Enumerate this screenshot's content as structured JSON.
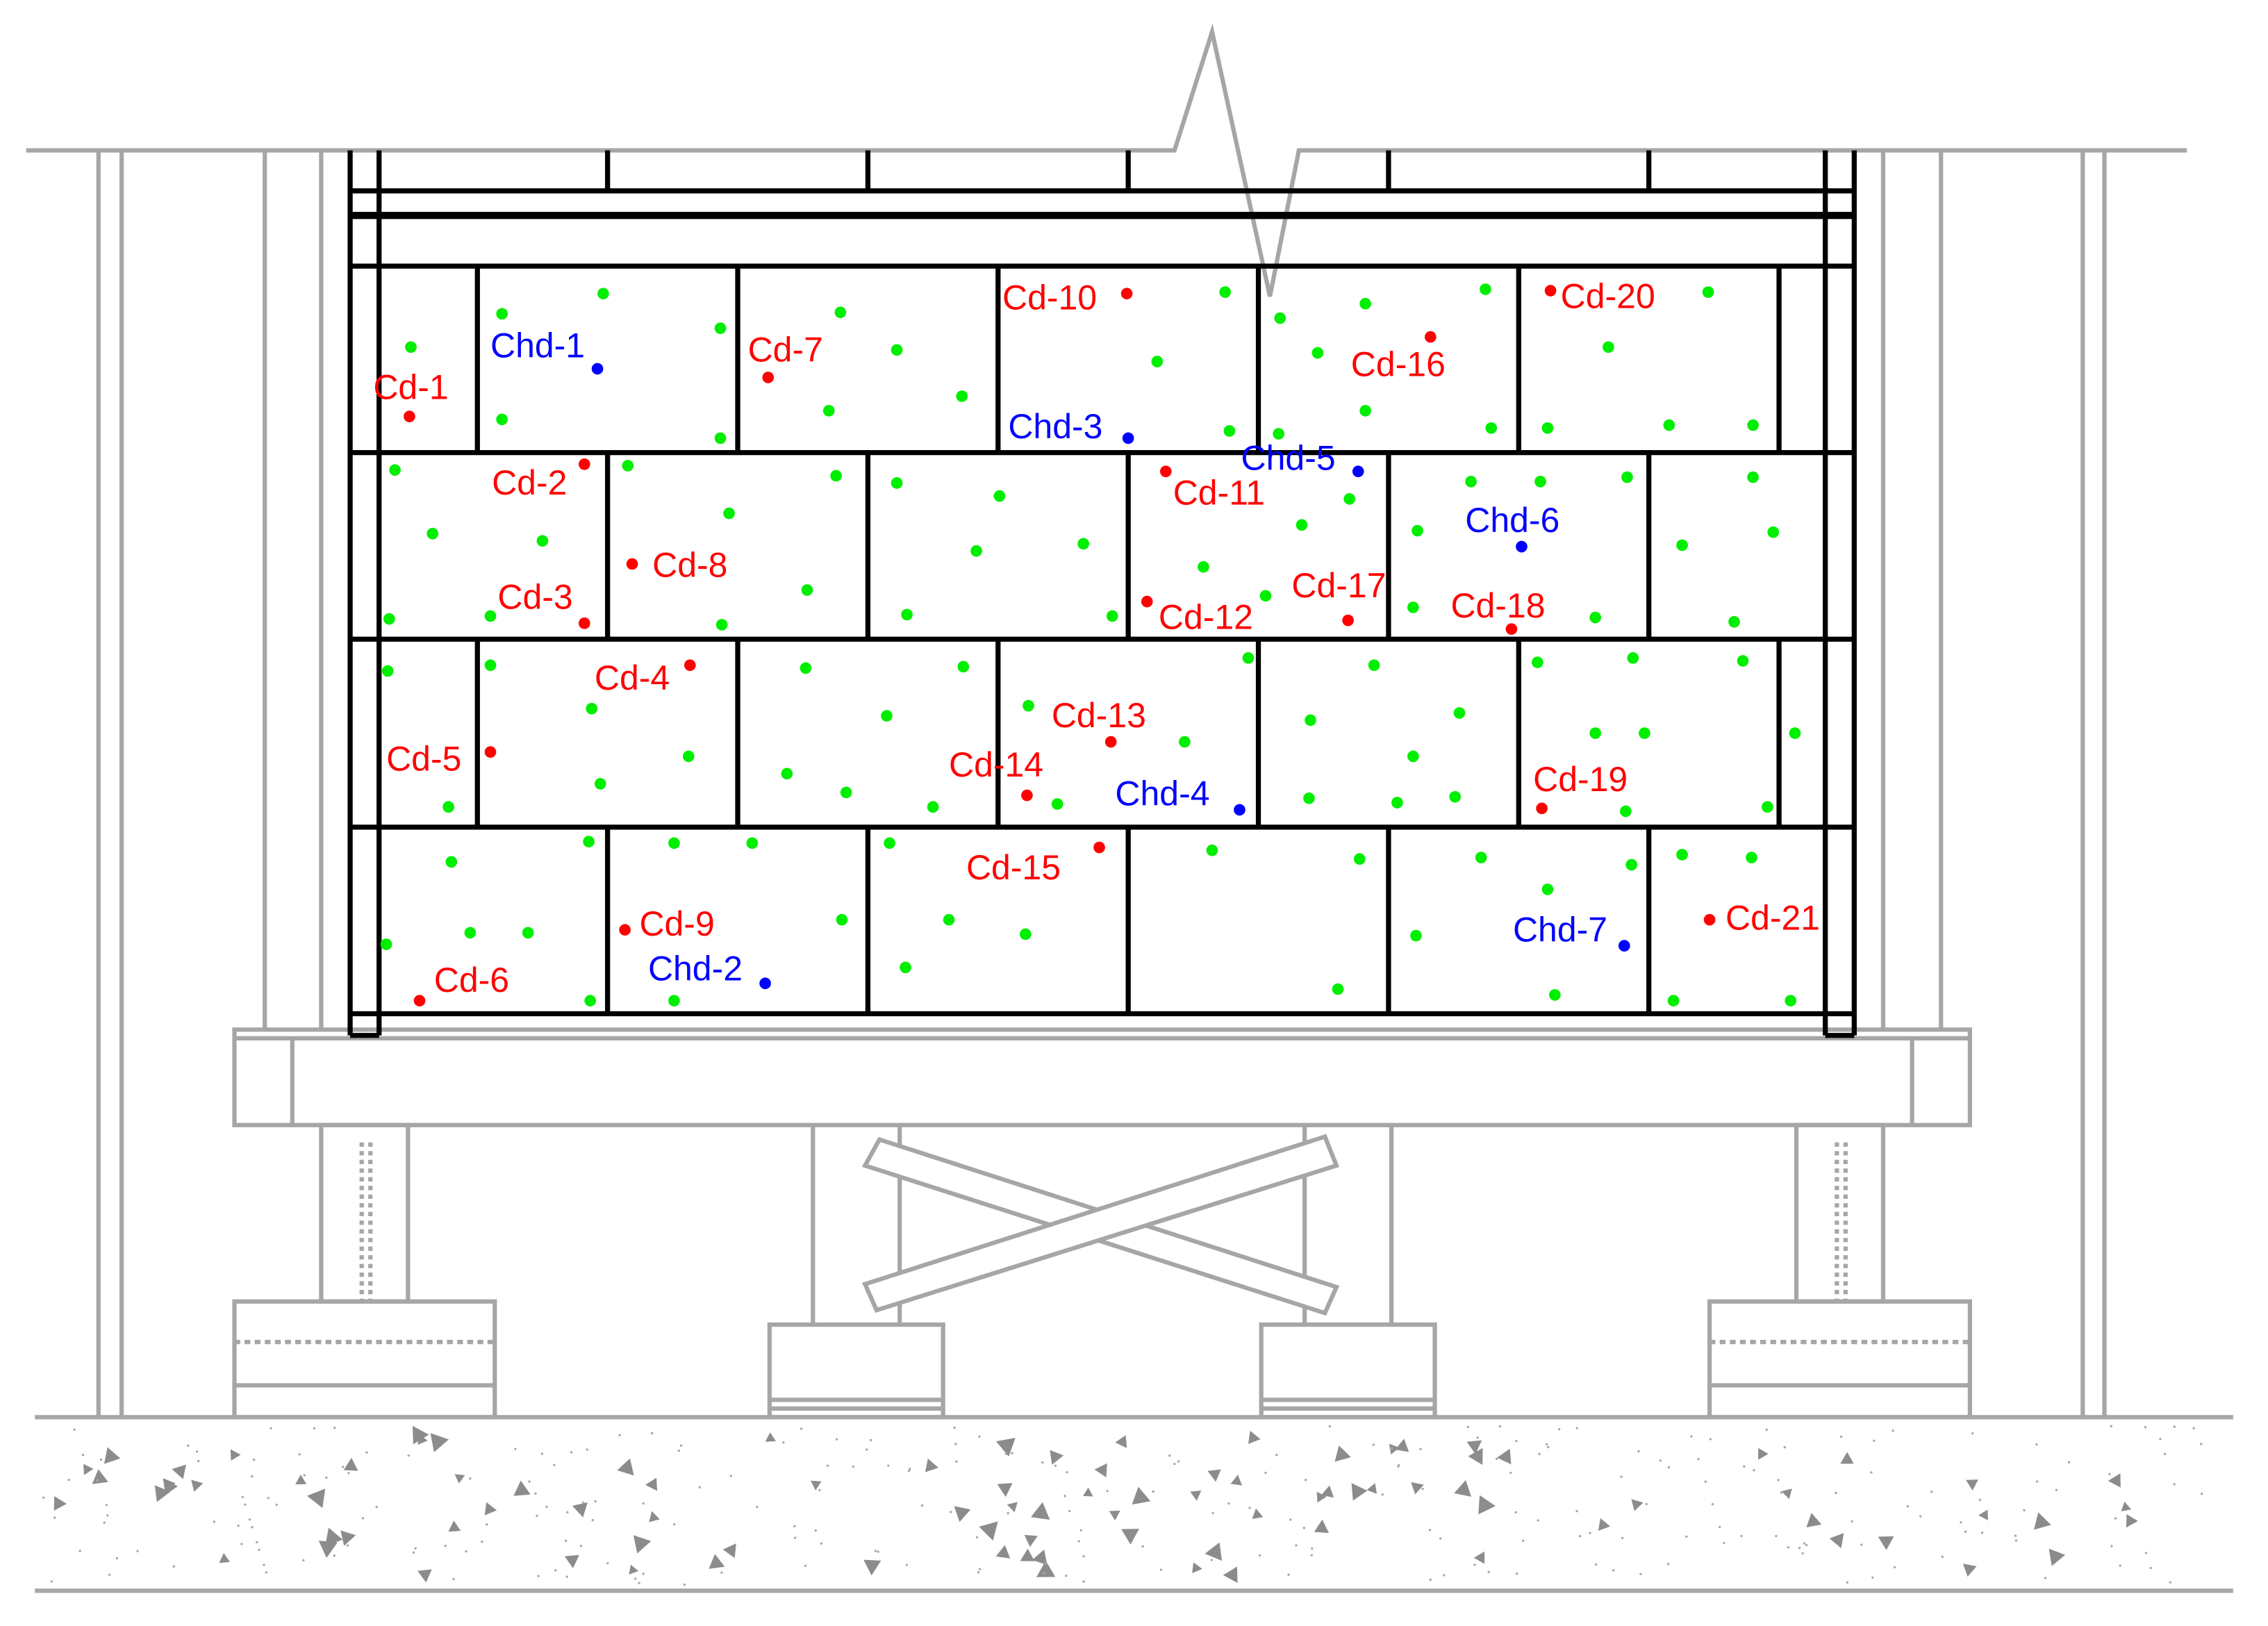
{
  "figure": {
    "colors": {
      "background": "#ffffff",
      "structure_gray": "#a6a6a6",
      "wall_line": "#000000",
      "damage_point": "#ff0000",
      "hidden_damage_point": "#0000ff",
      "sensor_point": "#00ee00",
      "aggregate": "#8c8c8c"
    },
    "labels": [
      {
        "id": "cd1",
        "text": "Cd-1",
        "kind": "damage"
      },
      {
        "id": "cd2",
        "text": "Cd-2",
        "kind": "damage"
      },
      {
        "id": "cd3",
        "text": "Cd-3",
        "kind": "damage"
      },
      {
        "id": "cd4",
        "text": "Cd-4",
        "kind": "damage"
      },
      {
        "id": "cd5",
        "text": "Cd-5",
        "kind": "damage"
      },
      {
        "id": "cd6",
        "text": "Cd-6",
        "kind": "damage"
      },
      {
        "id": "cd7",
        "text": "Cd-7",
        "kind": "damage"
      },
      {
        "id": "cd8",
        "text": "Cd-8",
        "kind": "damage"
      },
      {
        "id": "cd9",
        "text": "Cd-9",
        "kind": "damage"
      },
      {
        "id": "cd10",
        "text": "Cd-10",
        "kind": "damage"
      },
      {
        "id": "cd11",
        "text": "Cd-11",
        "kind": "damage"
      },
      {
        "id": "cd12",
        "text": "Cd-12",
        "kind": "damage"
      },
      {
        "id": "cd13",
        "text": "Cd-13",
        "kind": "damage"
      },
      {
        "id": "cd14",
        "text": "Cd-14",
        "kind": "damage"
      },
      {
        "id": "cd15",
        "text": "Cd-15",
        "kind": "damage"
      },
      {
        "id": "cd16",
        "text": "Cd-16",
        "kind": "damage"
      },
      {
        "id": "cd17",
        "text": "Cd-17",
        "kind": "damage"
      },
      {
        "id": "cd18",
        "text": "Cd-18",
        "kind": "damage"
      },
      {
        "id": "cd19",
        "text": "Cd-19",
        "kind": "damage"
      },
      {
        "id": "cd20",
        "text": "Cd-20",
        "kind": "damage"
      },
      {
        "id": "cd21",
        "text": "Cd-21",
        "kind": "damage"
      },
      {
        "id": "chd1",
        "text": "Chd-1",
        "kind": "hidden"
      },
      {
        "id": "chd2",
        "text": "Chd-2",
        "kind": "hidden"
      },
      {
        "id": "chd3",
        "text": "Chd-3",
        "kind": "hidden"
      },
      {
        "id": "chd4",
        "text": "Chd-4",
        "kind": "hidden"
      },
      {
        "id": "chd5",
        "text": "Chd-5",
        "kind": "hidden"
      },
      {
        "id": "chd6",
        "text": "Chd-6",
        "kind": "hidden"
      },
      {
        "id": "chd7",
        "text": "Chd-7",
        "kind": "hidden"
      }
    ]
  }
}
